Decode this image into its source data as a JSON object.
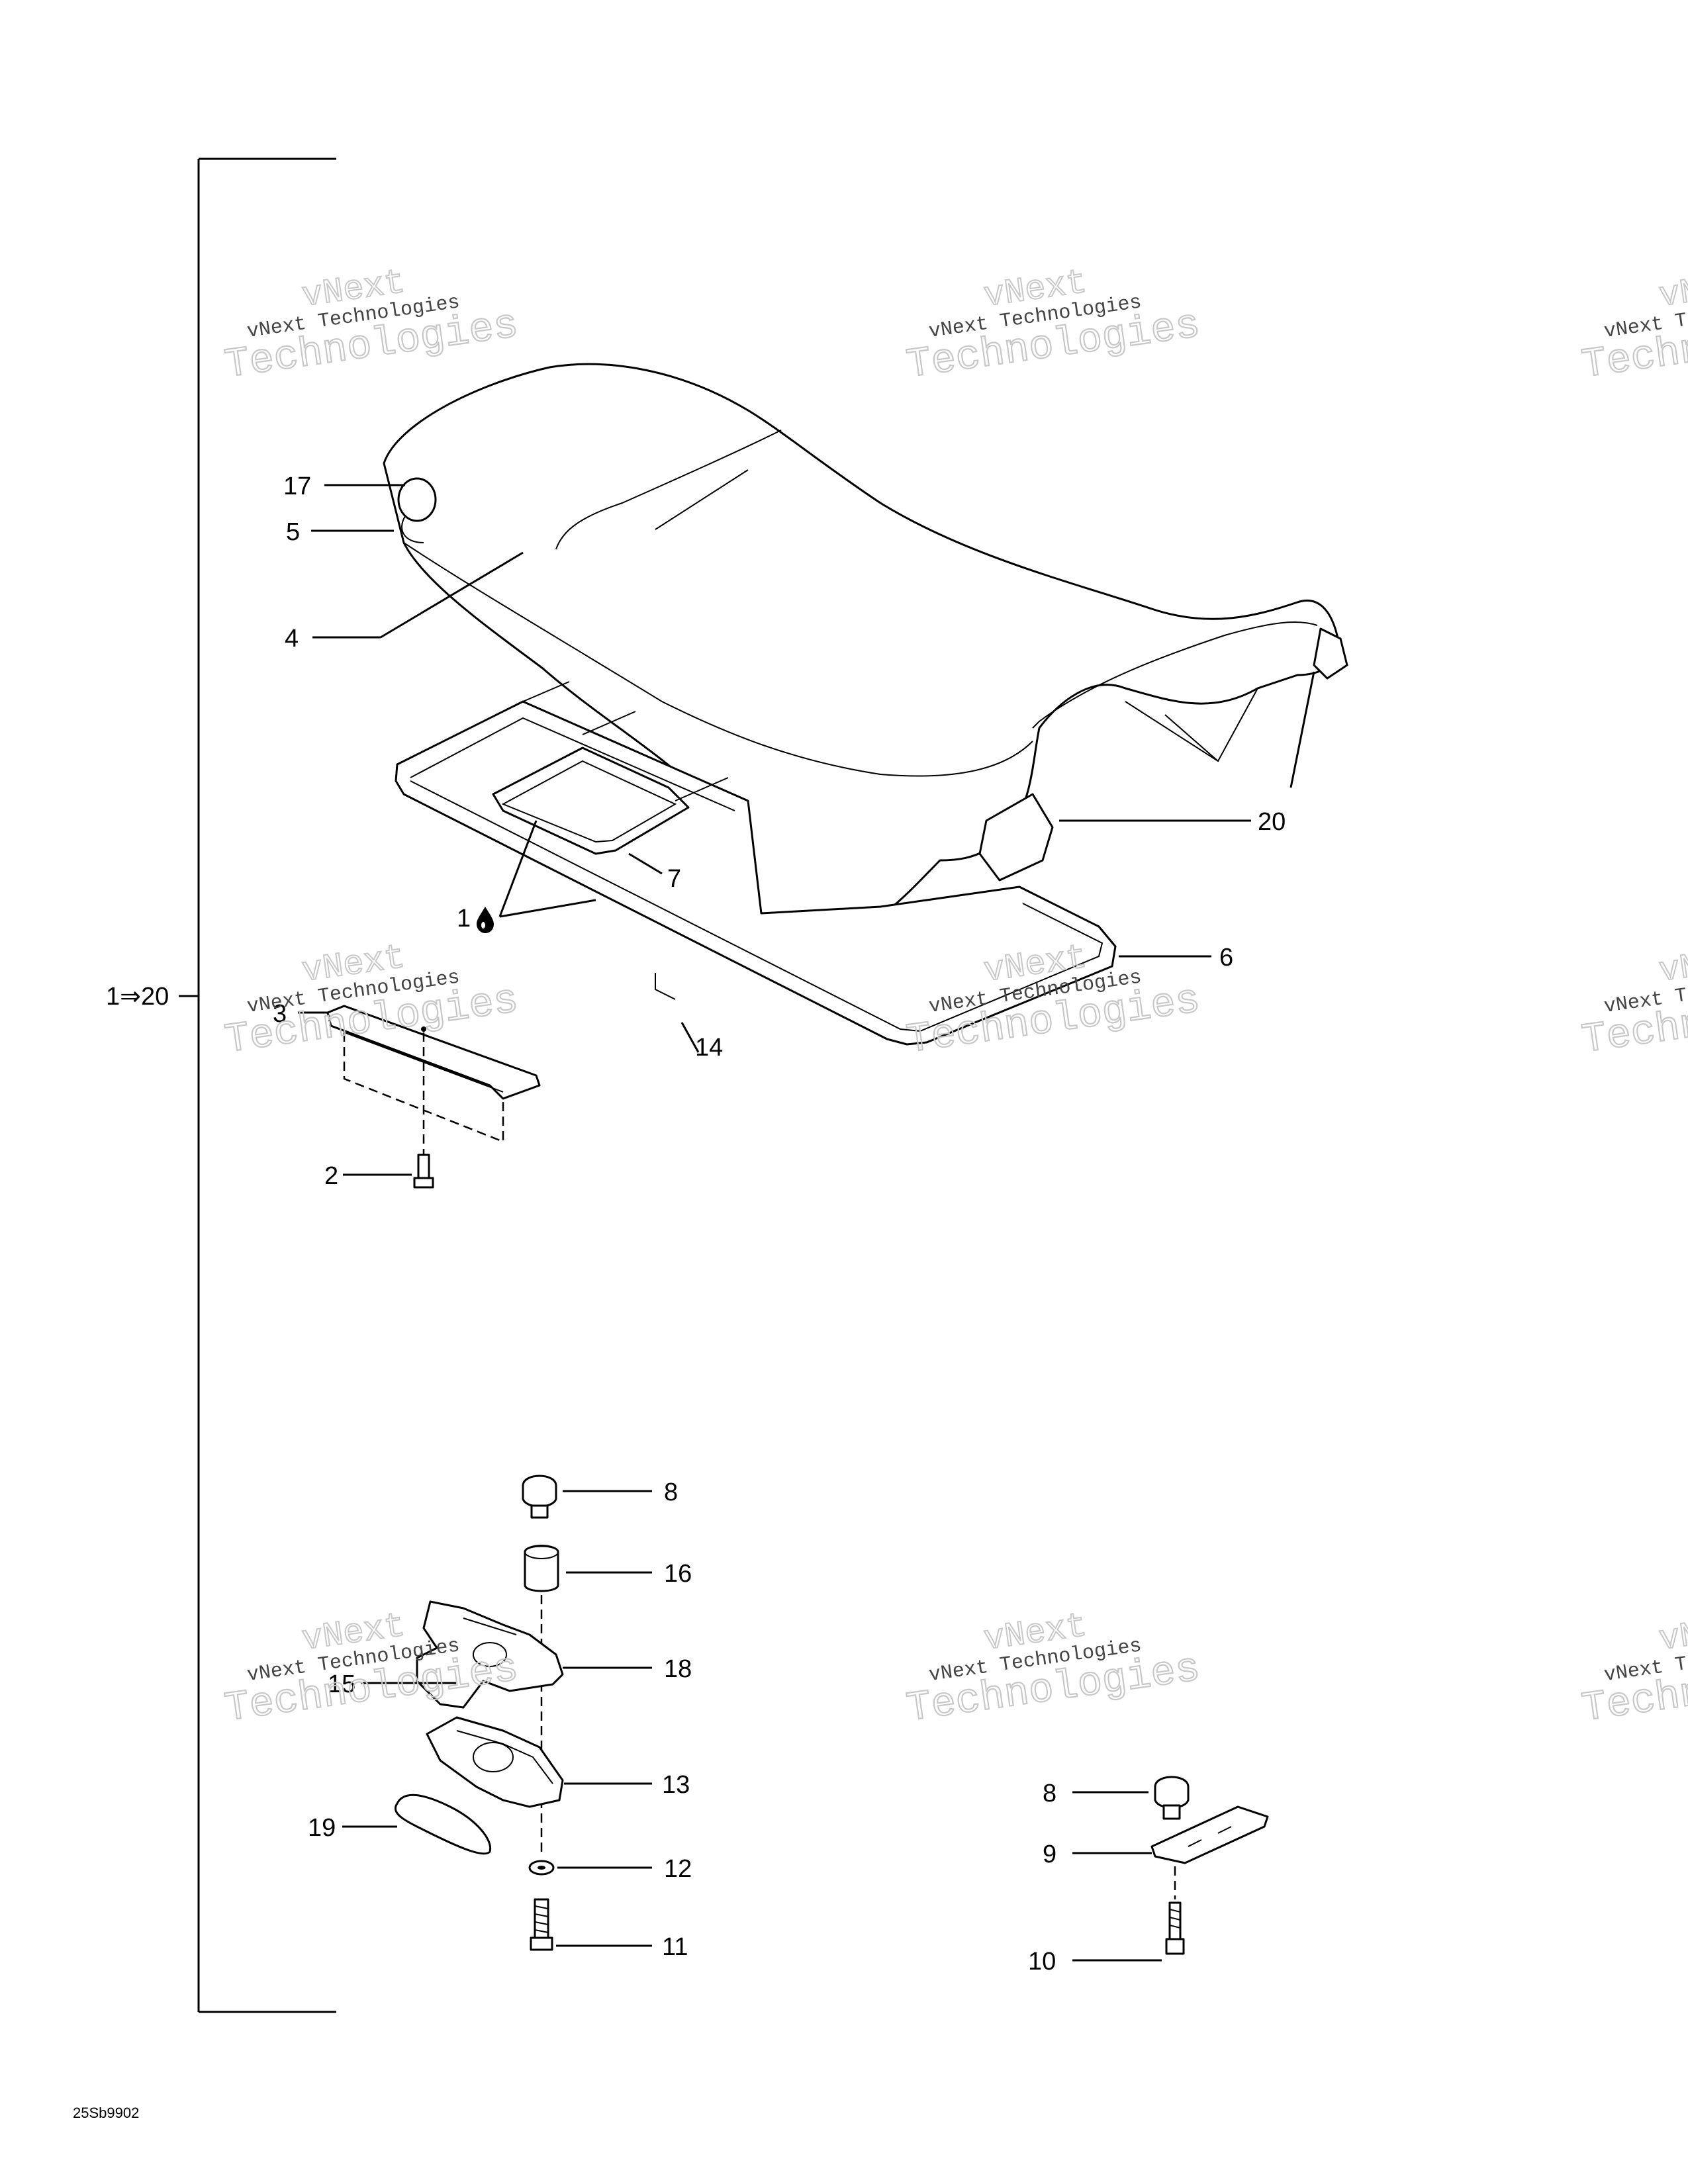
{
  "diagram_code": "25Sb9902",
  "range_label": "1⇒20",
  "callouts": {
    "c17": "17",
    "c5": "5",
    "c4": "4",
    "c20": "20",
    "c7": "7",
    "c1": "1",
    "c6": "6",
    "c3": "3",
    "c14": "14",
    "c2": "2",
    "c8a": "8",
    "c16": "16",
    "c18": "18",
    "c15": "15",
    "c13": "13",
    "c19": "19",
    "c12": "12",
    "c11": "11",
    "c8b": "8",
    "c9": "9",
    "c10": "10"
  },
  "watermark": {
    "line1": "vNext",
    "line2": "vNext Technologies",
    "line3": "Technologies"
  },
  "icons": {
    "adhesive": "drop-icon",
    "range_arrow": "arrow-right-icon"
  }
}
